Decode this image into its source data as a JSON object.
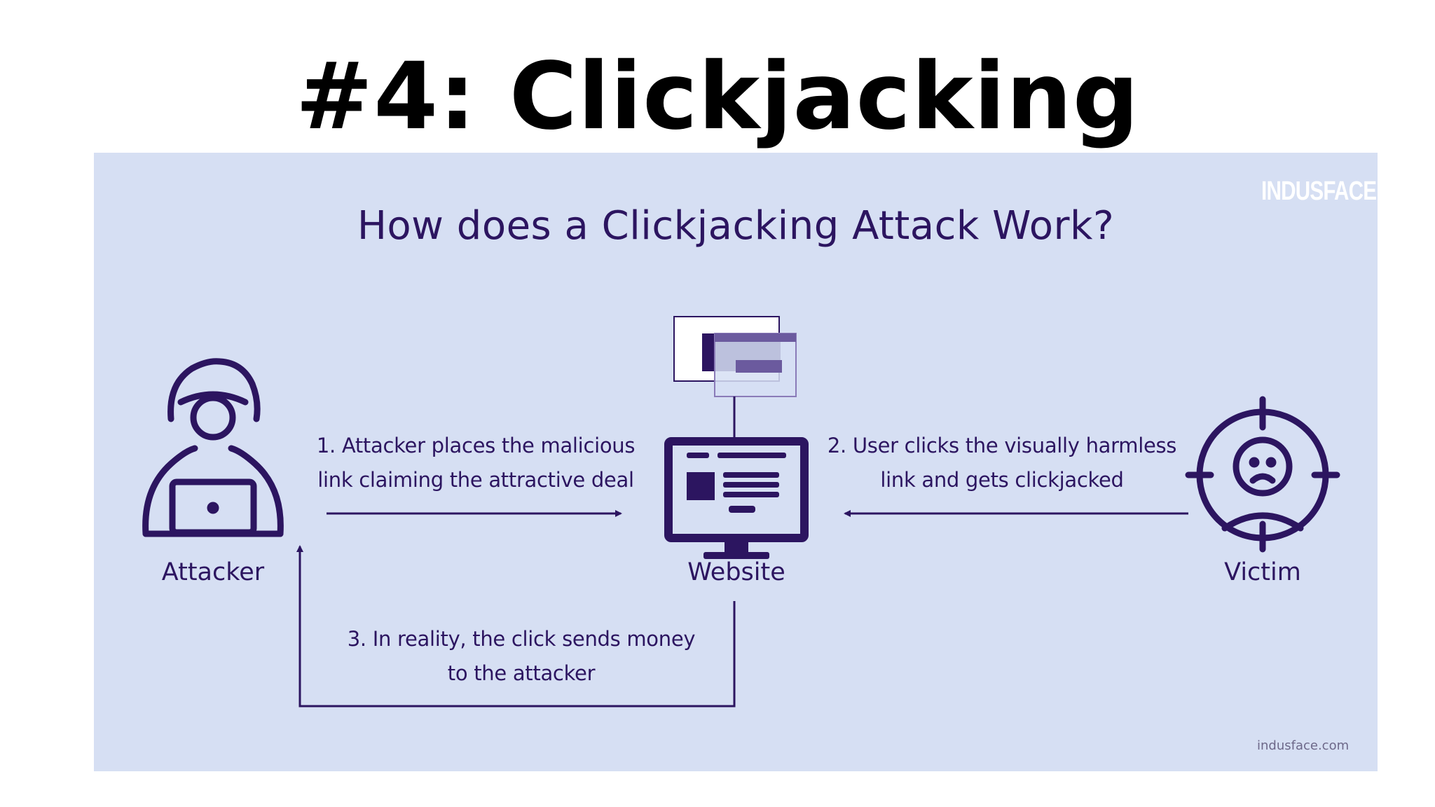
{
  "slide": {
    "title": "#4: Clickjacking"
  },
  "diagram": {
    "heading": "How does a Clickjacking Attack Work?",
    "brand_logo": "INDUSFACE",
    "brand_url": "indusface.com",
    "actors": {
      "attacker": "Attacker",
      "website": "Website",
      "victim": "Victim"
    },
    "steps": [
      {
        "line1": "1. Attacker places the malicious",
        "line2": "link claiming the attractive deal"
      },
      {
        "line1": "2. User clicks the visually harmless",
        "line2": "link and gets clickjacked"
      },
      {
        "line1": "3. In reality, the click sends money",
        "line2": "to the attacker"
      }
    ],
    "icons": {
      "attacker": "hooded-hacker-laptop-icon",
      "website": "computer-monitor-icon",
      "overlay": "overlapping-windows-icon",
      "victim": "crosshair-sad-face-icon"
    },
    "colors": {
      "panel_background": "#d6dff3",
      "ink": "#2c1560",
      "accent_light": "#8a7bb8"
    }
  }
}
